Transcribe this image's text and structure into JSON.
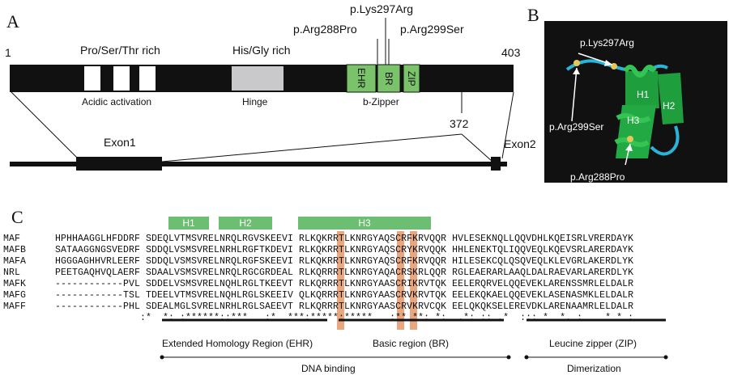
{
  "panels": {
    "a": "A",
    "b": "B",
    "c": "C"
  },
  "panelA": {
    "pos_start": "1",
    "pos_end": "403",
    "pos_exon_break": "372",
    "region_pst": "Pro/Ser/Thr rich",
    "region_hisgly": "His/Gly rich",
    "label_acidic": "Acidic activation",
    "label_hinge": "Hinge",
    "label_bzipper": "b-Zipper",
    "box_ehr": "EHR",
    "box_br": "BR",
    "box_zip": "ZIP",
    "mut_arg288": "p.Arg288Pro",
    "mut_lys297": "p.Lys297Arg",
    "mut_arg299": "p.Arg299Ser",
    "exon1": "Exon1",
    "exon2": "Exon2"
  },
  "panelB": {
    "mut_lys297": "p.Lys297Arg",
    "mut_arg299": "p.Arg299Ser",
    "mut_arg288": "p.Arg288Pro",
    "helix1": "H1",
    "helix2": "H2",
    "helix3": "H3"
  },
  "panelC": {
    "helix1": "H1",
    "helix2": "H2",
    "helix3": "H3",
    "rows": [
      {
        "name": "MAF",
        "seq": "HPHHAAGGLHFDDRF SDEQLVTMSVRELNRQLRGVSKEEVI RLKQKRRTLKNRGYAQSCRFKRVQQR HVLESEKNQLLQQVDHLKQEISRLVRERDAYK"
      },
      {
        "name": "MAFB",
        "seq": "SATAAGGNGSVEDRF SDDQLVSMSVRELNRHLRGFTKDEVI RLKQKRRTLKNRGYAQSCRYKRVQQK HHLENEKTQLIQQVEQLKQEVSRLARERDAYK"
      },
      {
        "name": "MAFA",
        "seq": "HGGGAGHHVRLEERF SDDQLVSMSVRELNRQLRGFSKEEVI RLKQKRRTLKNRGYAQSCRFKRVQQR HILESEKCQLQSQVEQLKLEVGRLAKERDLYK"
      },
      {
        "name": "NRL",
        "seq": "PEETGAQHVQLAERF SDAALVSMSVRELNRQLRGCGRDEAL RLKQRRRTLKNRGYAQACRSKRLQQR RGLEAERARLAAQLDALRAEVARLARERDLYK"
      },
      {
        "name": "MAFK",
        "seq": "------------PVL SDDELVSMSVRELNQHLRGLTKEEVT RLKQRRRTLKNRGYAASCRIKRVTQK EELERQRVELQQEVEKLARENSSMRLELDALR"
      },
      {
        "name": "MAFG",
        "seq": "------------TSL TDEELVTMSVRELNQHLRGLSKEEIV QLKQRRRTLKNRGYAASCRVKRVTQK EELEKQKAELQQEVEKLASENASMKLELDALR"
      },
      {
        "name": "MAFF",
        "seq": "------------PHL SDEALMGLSVRELNRHLRGLSAEEVT RLKQRRRTLKNRGYAASCRVKRVCQK EELQKQKSELEREVDKLARENAAMRLELDALR"
      }
    ],
    "consensus": "               :*  *: :******::***   :*  ***:*****:*****   :** **: *:  .*: :: .*  ::: *  *. :    * * :",
    "region_ehr": "Extended Homology Region (EHR)",
    "region_br": "Basic region (BR)",
    "region_zip": "Leucine zipper (ZIP)",
    "dna_binding": "DNA binding",
    "dimerization": "Dimerization"
  }
}
